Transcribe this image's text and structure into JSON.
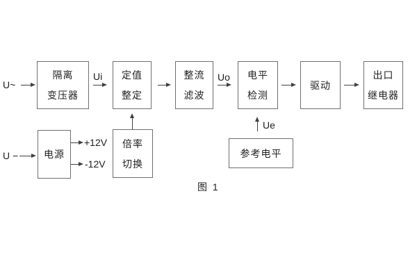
{
  "diagram": {
    "caption": "图 1",
    "colors": {
      "background": "#ffffff",
      "box_border": "#6e6e6e",
      "line": "#3f3f3f",
      "text": "#212121"
    },
    "blocks": {
      "isolation_transformer": {
        "lines": [
          "隔离",
          "变压器"
        ]
      },
      "setting_adjust": {
        "lines": [
          "定值",
          "整定"
        ]
      },
      "rectifier_filter": {
        "lines": [
          "整流",
          "滤波"
        ]
      },
      "level_detection": {
        "lines": [
          "电平",
          "检测"
        ]
      },
      "drive": {
        "lines": [
          "驱动"
        ]
      },
      "output_relay": {
        "lines": [
          "出口",
          "继电器"
        ]
      },
      "power_supply": {
        "lines": [
          "电源"
        ]
      },
      "ratio_switch": {
        "lines": [
          "倍率",
          "切换"
        ]
      },
      "reference_level": {
        "lines": [
          "参考电平"
        ]
      }
    },
    "signals": {
      "ac_input": "U~",
      "dc_input": "U −",
      "ui": "Ui",
      "uo": "Uo",
      "ue": "Ue",
      "plus_12v": "+12V",
      "minus_12v": "-12V"
    }
  }
}
